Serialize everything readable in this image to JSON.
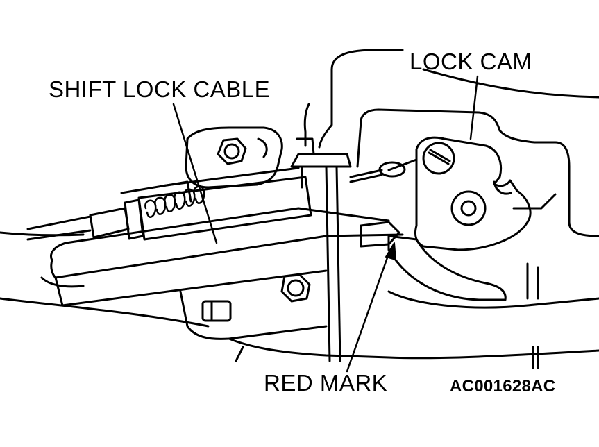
{
  "labels": {
    "lock_cam": "LOCK CAM",
    "shift_lock_cable": "SHIFT LOCK CABLE",
    "red_mark": "RED MARK",
    "figure_code": "AC001628AC"
  }
}
